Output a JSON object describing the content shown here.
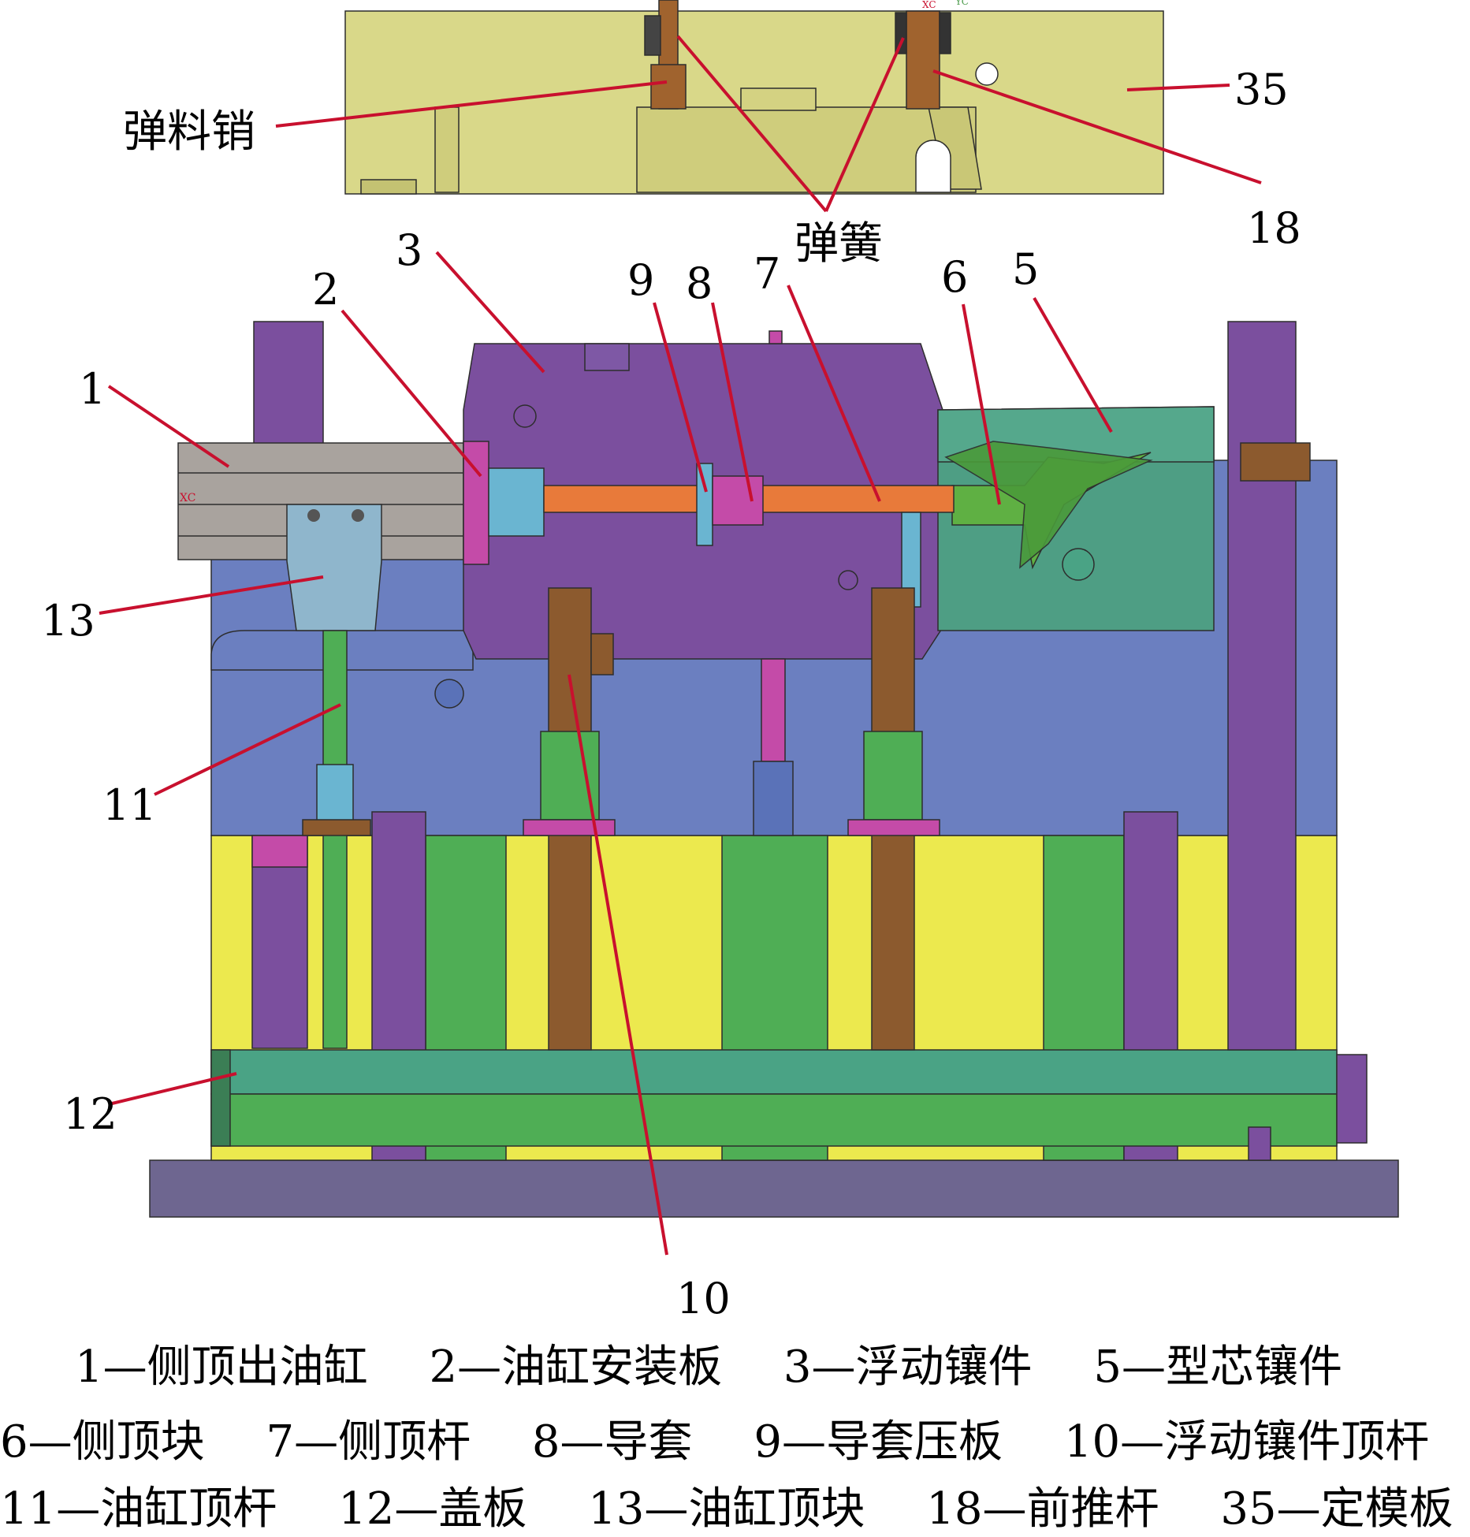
{
  "callouts": {
    "ejector_pin": "弹料销",
    "spring": "弹簧",
    "n35": "35",
    "n18": "18",
    "n1": "1",
    "n2": "2",
    "n3": "3",
    "n5": "5",
    "n6": "6",
    "n7": "7",
    "n8": "8",
    "n9": "9",
    "n10": "10",
    "n11": "11",
    "n12": "12",
    "n13": "13"
  },
  "legend": {
    "line1": [
      "1—侧顶出油缸",
      "2—油缸安装板",
      "3—浮动镶件",
      "5—型芯镶件"
    ],
    "line2": [
      "6—侧顶块",
      "7—侧顶杆",
      "8—导套",
      "9—导套压板",
      "10—浮动镶件顶杆"
    ],
    "line3": [
      "11—油缸顶杆",
      "12—盖板",
      "13—油缸顶块",
      "18—前推杆",
      "35—定模板"
    ]
  },
  "axis_marks": {
    "xc_left": "XC",
    "xc_top1": "XC",
    "xc_top2": "YC"
  },
  "colors": {
    "fixed_plate": "#d8d88a",
    "mold_blue": "#6b7fc0",
    "plate_yellow": "#ece94e",
    "purple": "#7b4f9e",
    "green": "#4fae55",
    "teal": "#4aa385",
    "brown": "#8c5a2e",
    "base": "#6e6690",
    "leader": "#c8102e"
  }
}
